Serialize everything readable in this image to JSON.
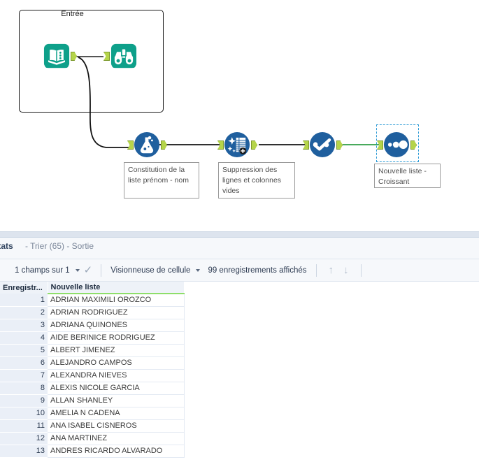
{
  "canvas": {
    "container": {
      "label": "Entrée"
    },
    "tools": [
      {
        "id": "input-data",
        "icon": "input-data-icon",
        "label": ""
      },
      {
        "id": "browse",
        "icon": "browse-icon",
        "label": ""
      },
      {
        "id": "formula",
        "icon": "formula-flask-icon",
        "label": ""
      },
      {
        "id": "data-cleansing",
        "icon": "data-cleansing-icon",
        "label": ""
      },
      {
        "id": "sort",
        "icon": "sort-check-icon",
        "label": ""
      },
      {
        "id": "select",
        "icon": "select-dots-icon",
        "label": ""
      }
    ],
    "annotations": [
      {
        "id": "annot-formula",
        "text": "Constitution de la liste prénom - nom"
      },
      {
        "id": "annot-cleansing",
        "text": "Suppression des lignes et colonnes vides"
      },
      {
        "id": "annot-select",
        "text": "Nouvelle liste - Croissant"
      }
    ],
    "colors": {
      "tool_teal": "#0eA08a",
      "tool_blue": "#1f5f9e",
      "anchor_green": "#b5d44a",
      "wire_black": "#1a1a1a",
      "wire_green": "#2f9e44",
      "selection_blue": "#2e9bd6"
    }
  },
  "results": {
    "title": "sultats",
    "subtitle": "- Trier (65) - Sortie",
    "toolbar": {
      "fields_label": "1 champs sur 1",
      "check_icon": "checkmark-icon",
      "viewer_label": "Visionneuse de cellule",
      "records_label": "99 enregistrements affichés",
      "up_icon": "arrow-up-icon",
      "down_icon": "arrow-down-icon"
    },
    "grid": {
      "columns": [
        "Enregistr...",
        "Nouvelle liste"
      ],
      "rows": [
        {
          "n": "1",
          "value": "ADRIAN MAXIMILI OROZCO"
        },
        {
          "n": "2",
          "value": "ADRIAN RODRIGUEZ"
        },
        {
          "n": "3",
          "value": "ADRIANA QUINONES"
        },
        {
          "n": "4",
          "value": "AIDE BERINICE RODRIGUEZ"
        },
        {
          "n": "5",
          "value": "ALBERT JIMENEZ"
        },
        {
          "n": "6",
          "value": "ALEJANDRO CAMPOS"
        },
        {
          "n": "7",
          "value": "ALEXANDRA NIEVES"
        },
        {
          "n": "8",
          "value": "ALEXIS NICOLE GARCIA"
        },
        {
          "n": "9",
          "value": "ALLAN SHANLEY"
        },
        {
          "n": "10",
          "value": "AMELIA N CADENA"
        },
        {
          "n": "11",
          "value": "ANA ISABEL CISNEROS"
        },
        {
          "n": "12",
          "value": "ANA MARTINEZ"
        },
        {
          "n": "13",
          "value": "ANDRES RICARDO ALVARADO"
        }
      ]
    }
  }
}
